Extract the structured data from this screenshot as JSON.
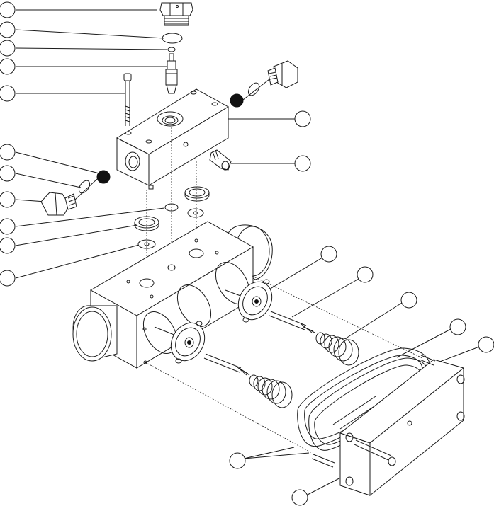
{
  "diagram": {
    "type": "exploded-parts-diagram",
    "callouts": [
      {
        "side": "left",
        "label": ""
      },
      {
        "side": "left",
        "label": ""
      },
      {
        "side": "left",
        "label": ""
      },
      {
        "side": "left",
        "label": ""
      },
      {
        "side": "left",
        "label": ""
      },
      {
        "side": "left",
        "label": ""
      },
      {
        "side": "left",
        "label": ""
      },
      {
        "side": "left",
        "label": ""
      },
      {
        "side": "left",
        "label": ""
      },
      {
        "side": "left",
        "label": ""
      },
      {
        "side": "left",
        "label": ""
      },
      {
        "side": "right",
        "label": ""
      },
      {
        "side": "right",
        "label": ""
      },
      {
        "side": "right",
        "label": ""
      },
      {
        "side": "right",
        "label": ""
      },
      {
        "side": "right",
        "label": ""
      },
      {
        "side": "right",
        "label": ""
      },
      {
        "side": "right",
        "label": ""
      },
      {
        "side": "bottom",
        "label": ""
      },
      {
        "side": "bottom",
        "label": ""
      }
    ],
    "colors": {
      "line": "#1a1a1a",
      "fill": "#ffffff",
      "solid_ball": "#111111"
    }
  }
}
